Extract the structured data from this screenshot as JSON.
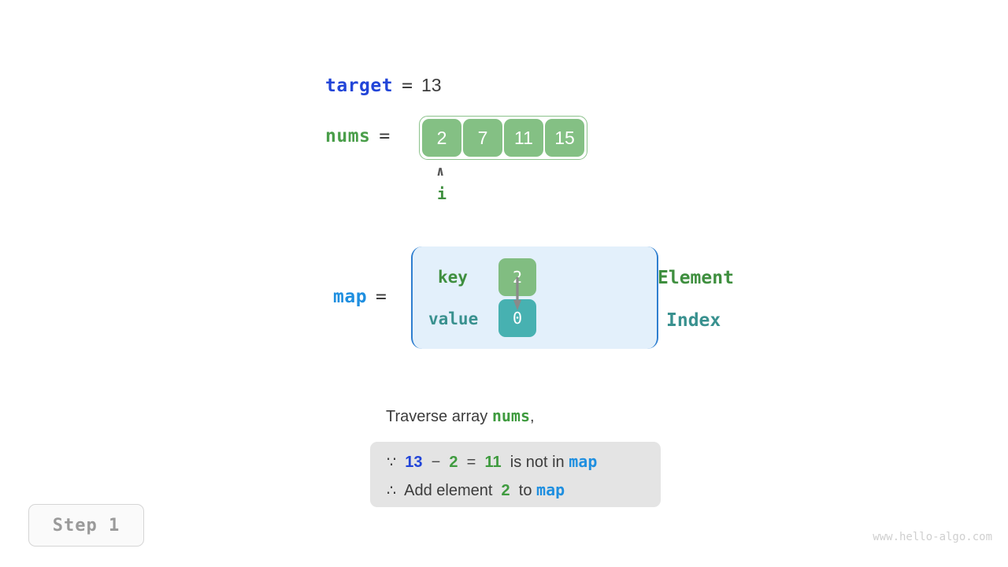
{
  "target": {
    "name": "target",
    "equals": "=",
    "value": "13"
  },
  "nums": {
    "name": "nums",
    "equals": "=",
    "cells": [
      "2",
      "7",
      "11",
      "15"
    ],
    "pointer": {
      "caret": "∧",
      "label": "i",
      "index": 0
    }
  },
  "map": {
    "name": "map",
    "equals": "=",
    "key_label": "key",
    "value_label": "value",
    "key_cell": "2",
    "value_cell": "0",
    "side_labels": {
      "element": "Element",
      "index": "Index"
    }
  },
  "explanation": {
    "traverse_prefix": "Traverse array ",
    "traverse_var": "nums",
    "traverse_suffix": ",",
    "line1": {
      "because_symbol": "∵",
      "a": "13",
      "minus": "−",
      "b": "2",
      "equals": "=",
      "result": "11",
      "text": "is not in",
      "map_var": "map"
    },
    "line2": {
      "therefore_symbol": "∴",
      "text_before": "Add element",
      "element": "2",
      "text_mid": "to",
      "map_var": "map"
    }
  },
  "step_badge": "Step 1",
  "watermark": "www.hello-algo.com",
  "colors": {
    "array_cell": "#84c084",
    "array_border": "#8cc28c",
    "map_bg": "#e3f0fb",
    "map_border": "#2f7fd0",
    "key_cell": "#81bd81",
    "value_cell": "#47b1b1",
    "green_text": "#3f8f3f",
    "teal_text": "#39918f",
    "blue_var": "#1f8fe0",
    "royal_blue": "#2245d8",
    "box_bg": "#e4e4e4"
  }
}
